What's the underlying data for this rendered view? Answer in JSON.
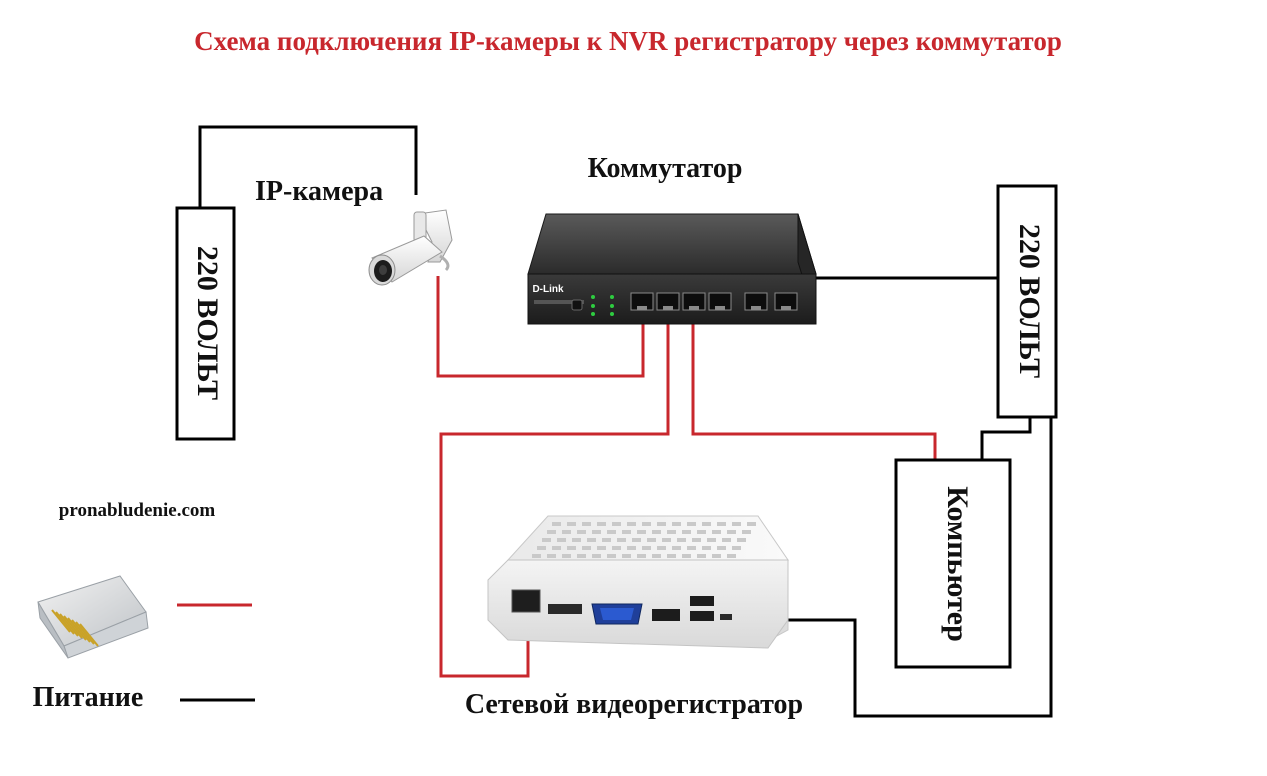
{
  "title": "Схема подключения IP-камеры к NVR регистратору через коммутатор",
  "labels": {
    "camera": "IP-камера",
    "switch": "Коммутатор",
    "nvr": "Сетевой видеорегистратор",
    "computer": "Компьютер",
    "power_left": "220 ВОЛЬТ",
    "power_right": "220 ВОЛЬТ",
    "website": "pronabludenie.com"
  },
  "switch_device": {
    "brand": "D-Link"
  },
  "legend": {
    "power_label": "Питание",
    "power_color": "#000000",
    "network_color": "#c8272d"
  },
  "colors": {
    "title": "#c8272d",
    "network_wire": "#c8272d",
    "power_wire": "#000000"
  }
}
